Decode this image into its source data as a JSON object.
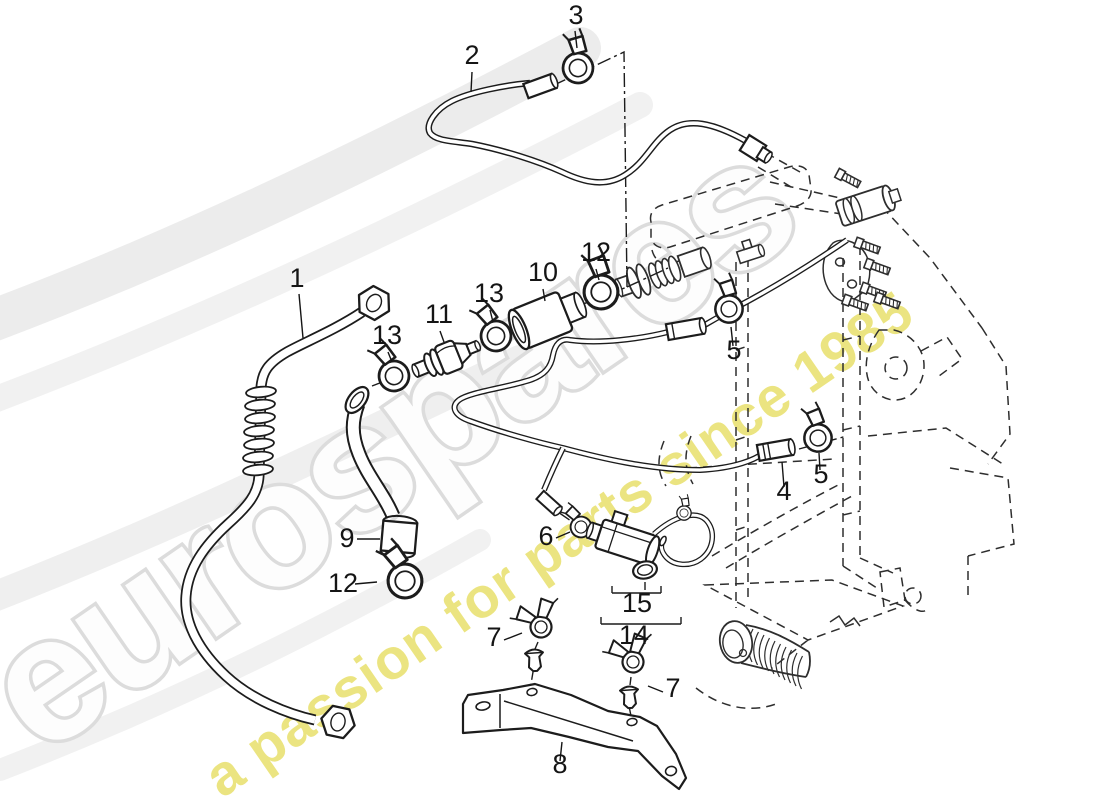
{
  "page": {
    "background": "#ffffff",
    "line_color": "#1c1c1c"
  },
  "watermark": {
    "brand": "eurospares",
    "tagline": "a passion for parts since 1985",
    "brand_fill": "#fdfdfd",
    "brand_outline": "#dcdcdc",
    "tagline_color": "#e7de62",
    "swoosh_color": "#ededed"
  },
  "callouts": [
    {
      "part": "pipe-1",
      "label": "1"
    },
    {
      "part": "pipe-2",
      "label": "2"
    },
    {
      "part": "clamp-3",
      "label": "3"
    },
    {
      "part": "pipe-4",
      "label": "4"
    },
    {
      "part": "clamp-5-upper",
      "label": "5"
    },
    {
      "part": "clamp-5-lower",
      "label": "5"
    },
    {
      "part": "clip-6",
      "label": "6"
    },
    {
      "part": "clamp-7-left",
      "label": "7"
    },
    {
      "part": "clamp-7-right",
      "label": "7"
    },
    {
      "part": "bracket-8",
      "label": "8"
    },
    {
      "part": "hose-9",
      "label": "9"
    },
    {
      "part": "damper-10",
      "label": "10"
    },
    {
      "part": "valve-11",
      "label": "11"
    },
    {
      "part": "clamp-12-upper",
      "label": "12"
    },
    {
      "part": "clamp-12-lower",
      "label": "12"
    },
    {
      "part": "clamp-13-left",
      "label": "13"
    },
    {
      "part": "clamp-13-right",
      "label": "13"
    },
    {
      "part": "valve-assembly-14",
      "label": "14"
    },
    {
      "part": "sleeve-15",
      "label": "15"
    }
  ]
}
